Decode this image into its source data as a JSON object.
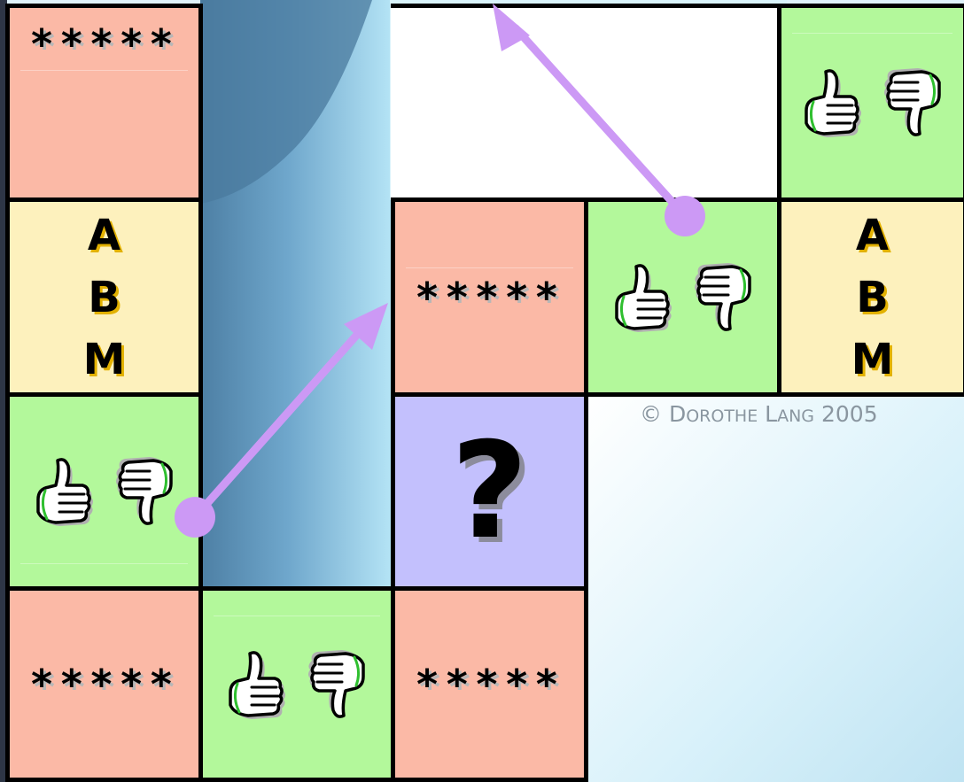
{
  "cells": {
    "rating_top_left": "*****",
    "rating_center": "*****",
    "rating_bottom_left": "*****",
    "rating_bottom_center": "*****",
    "question": "?",
    "abm_left": [
      "A",
      "B",
      "M"
    ],
    "abm_right": [
      "A",
      "B",
      "M"
    ]
  },
  "icons": {
    "thumb_up": "thumbs-up-icon",
    "thumb_down": "thumbs-down-icon"
  },
  "copyright": {
    "prefix": "© D",
    "first_rest": "OROTHE",
    "last_initial": " L",
    "last_rest": "ANG",
    "year": " 2005"
  },
  "colors": {
    "rating": "#fbb9a6",
    "vote": "#b3f89b",
    "abm": "#fdf1bd",
    "question": "#c3c0fd",
    "arrow": "#cc99f5"
  }
}
